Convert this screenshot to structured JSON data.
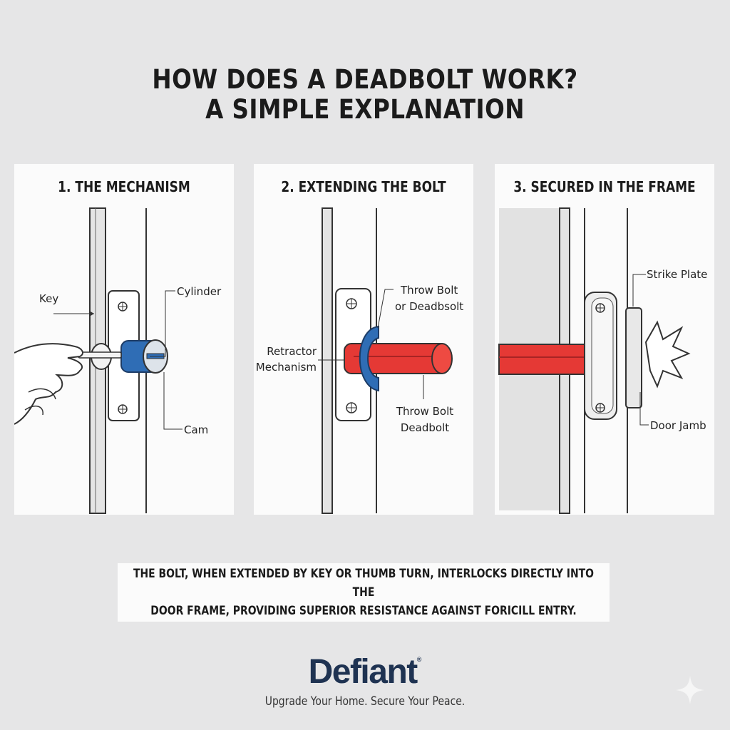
{
  "header": {
    "title_line1": "HOW DOES A DEADBOLT WORK?",
    "title_line2": "A SIMPLE EXPLANATION"
  },
  "panels": [
    {
      "title": "1. THE MECHANISM",
      "labels": {
        "key": "Key",
        "cylinder": "Cylinder",
        "cam": "Cam"
      }
    },
    {
      "title": "2. EXTENDING THE BOLT",
      "labels": {
        "throw_bolt_top_1": "Throw Bolt",
        "throw_bolt_top_2": "or Deadbsolt",
        "retractor_1": "Retractor",
        "retractor_2": "Mechanism",
        "throw_bolt_bottom_1": "Throw Bolt",
        "throw_bolt_bottom_2": "Deadbolt"
      }
    },
    {
      "title": "3. SECURED IN THE FRAME",
      "labels": {
        "strike_plate": "Strike Plate",
        "door_jamb": "Door Jamb"
      }
    }
  ],
  "caption": {
    "line1": "THE BOLT, WHEN EXTENDED BY KEY OR THUMB TURN, INTERLOCKS DIRECTLY INTO THE",
    "line2": "DOOR FRAME, PROVIDING SUPERIOR RESISTANCE AGAINST FORICILL ENTRY."
  },
  "brand": {
    "name": "Defiant",
    "registered": "®",
    "tagline": "Upgrade Your Home. Secure Your Peace."
  },
  "colors": {
    "bolt_red": "#e53935",
    "cylinder_blue": "#2f6db5",
    "brand_navy": "#1f3352",
    "background": "#e6e6e7"
  },
  "icons": [
    "hand-icon",
    "key-icon",
    "screw-icon",
    "impact-starburst-icon",
    "sparkle-icon"
  ]
}
